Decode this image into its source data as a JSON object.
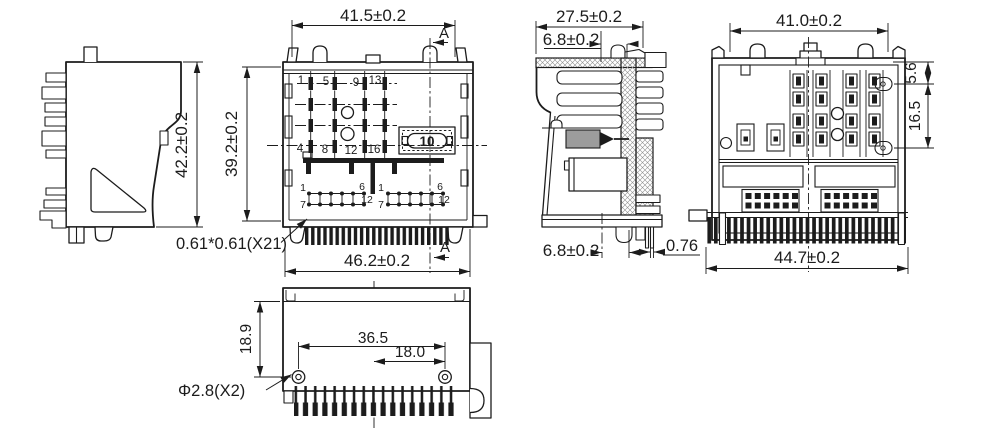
{
  "colors": {
    "line": "#1c1c1c",
    "gray_fill": "#9c9c9c",
    "background": "#ffffff"
  },
  "views": {
    "side": {
      "dims": {
        "height": "42.2±0.2"
      }
    },
    "front": {
      "dims": {
        "top_width": "41.5±0.2",
        "left_height": "39.2±0.2",
        "bottom_width": "46.2±0.2",
        "pin_pitch_note": "0.61*0.61(X21)"
      },
      "section_marker": "A",
      "cavity_pins": {
        "top_row": [
          "1",
          "5",
          "9",
          "13"
        ],
        "bottom_row": [
          "4",
          "8",
          "12",
          "16"
        ]
      },
      "insert_label": "10",
      "lower_pin_groups": [
        {
          "first": "1",
          "last_top": "6",
          "first_bottom": "7",
          "last": "12"
        },
        {
          "first": "1",
          "last_top": "6",
          "first_bottom": "7",
          "last": "12"
        }
      ]
    },
    "section": {
      "dims": {
        "top_width": "27.5±0.2",
        "top_offset": "6.8±0.2",
        "bottom_offset": "6.8±0.2",
        "pin_width": "0.76"
      }
    },
    "back": {
      "dims": {
        "top_width": "41.0±0.2",
        "upper_right": "5.6",
        "lower_right": "16.5",
        "bottom_width": "44.7±0.2"
      }
    },
    "bottom": {
      "dims": {
        "side_depth": "18.9",
        "hole_span": "36.5",
        "hole_offset": "18.0",
        "hole_note": "Φ2.8(X2)"
      }
    }
  }
}
